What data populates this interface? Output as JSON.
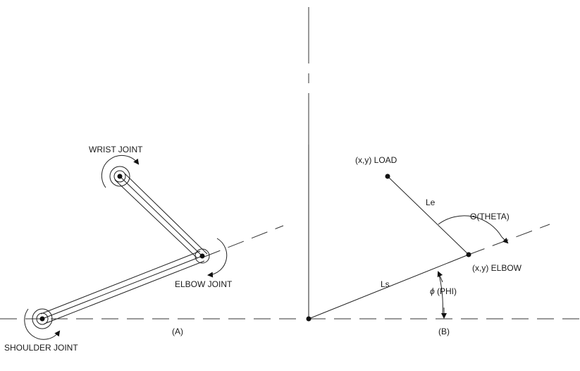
{
  "diagram_a": {
    "caption": "(A)",
    "labels": {
      "wrist": "WRIST JOINT",
      "elbow": "ELBOW JOINT",
      "shoulder": "SHOULDER JOINT"
    }
  },
  "diagram_b": {
    "caption": "(B)",
    "labels": {
      "load": "(x,y) LOAD",
      "le": "Le",
      "theta": "Θ(THETA)",
      "elbow": "(x,y) ELBOW",
      "ls": "Ls",
      "phi_symbol": "ϕ",
      "phi_text": "(PHI)"
    }
  }
}
